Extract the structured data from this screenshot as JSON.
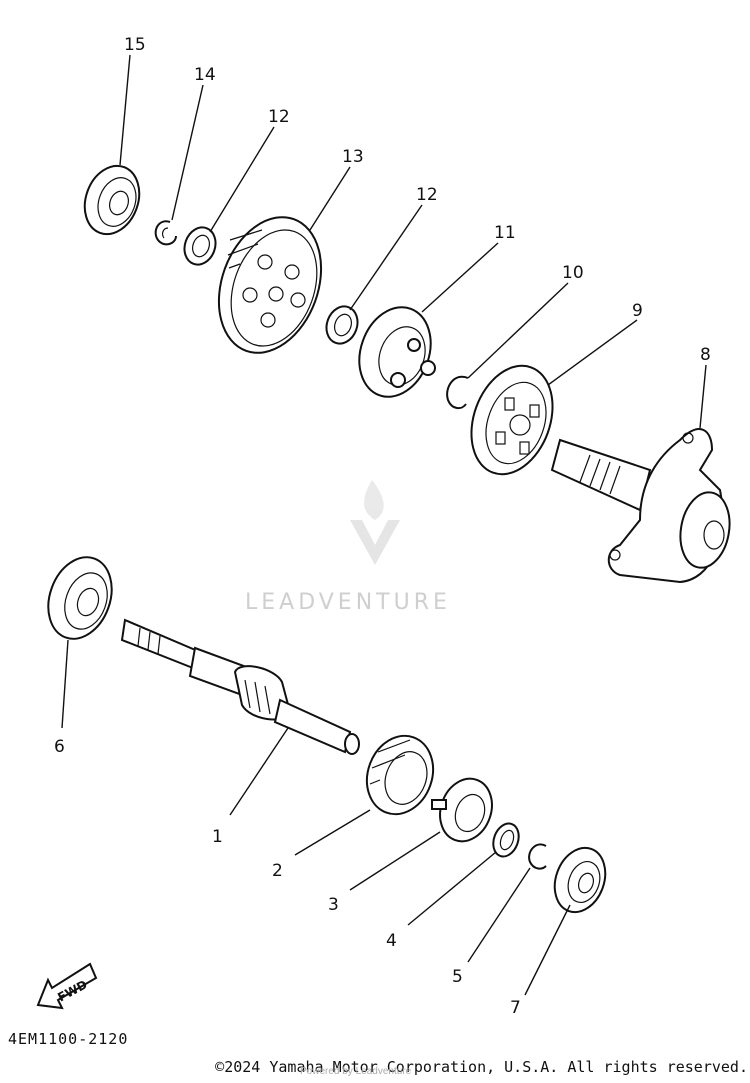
{
  "diagram": {
    "callouts": [
      {
        "id": "1",
        "label": "1"
      },
      {
        "id": "2",
        "label": "2"
      },
      {
        "id": "3",
        "label": "3"
      },
      {
        "id": "4",
        "label": "4"
      },
      {
        "id": "5",
        "label": "5"
      },
      {
        "id": "6",
        "label": "6"
      },
      {
        "id": "7",
        "label": "7"
      },
      {
        "id": "8",
        "label": "8"
      },
      {
        "id": "9",
        "label": "9"
      },
      {
        "id": "10",
        "label": "10"
      },
      {
        "id": "11",
        "label": "11"
      },
      {
        "id": "12a",
        "label": "12"
      },
      {
        "id": "12b",
        "label": "12"
      },
      {
        "id": "13",
        "label": "13"
      },
      {
        "id": "14",
        "label": "14"
      },
      {
        "id": "15",
        "label": "15"
      }
    ],
    "fwd_label": "FWD",
    "drawing_code": "4EM1100-2120",
    "copyright": "©2024 Yamaha Motor Corporation, U.S.A. All rights reserved.",
    "watermark": "LEADVENTURE",
    "watermark_sub": "Powered by Leadventure"
  }
}
